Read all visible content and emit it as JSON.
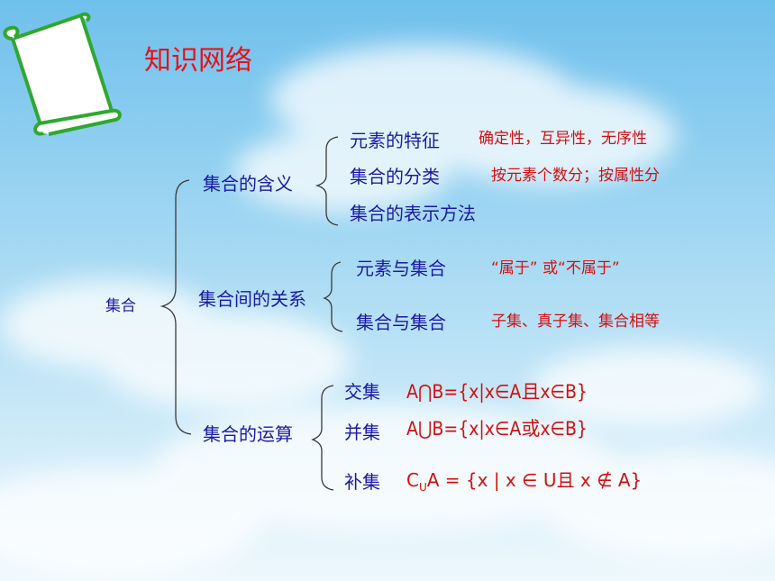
{
  "title": "知识网络",
  "root": "集合",
  "branches": [
    {
      "label": "集合的含义",
      "children": [
        {
          "label": "元素的特征",
          "note": "确定性，互异性，无序性"
        },
        {
          "label": "集合的分类",
          "note": "按元素个数分；按属性分"
        },
        {
          "label": "集合的表示方法",
          "note": ""
        }
      ]
    },
    {
      "label": "集合间的关系",
      "children": [
        {
          "label": "元素与集合",
          "note": "“属于” 或“不属于”"
        },
        {
          "label": "集合与集合",
          "note": "子集、真子集、集合相等"
        }
      ]
    },
    {
      "label": "集合的运算",
      "children": [
        {
          "label": "交集",
          "note": "A⋂B={x|x∈A且x∈B}"
        },
        {
          "label": "并集",
          "note": "A⋃B={x|x∈A或x∈B}"
        },
        {
          "label": "补集",
          "note_prefix": "C",
          "note_sub": "U",
          "note": "A = {x | x ∈ U且 x ∉ A}"
        }
      ]
    }
  ],
  "colors": {
    "title": "#e8101a",
    "node": "#1a1aa6",
    "note": "#d41010",
    "sky_top": "#7fc6ec",
    "sky_bottom": "#e9f6fc",
    "scroll": "#2fa82f"
  },
  "icons": [
    "scroll-icon"
  ]
}
